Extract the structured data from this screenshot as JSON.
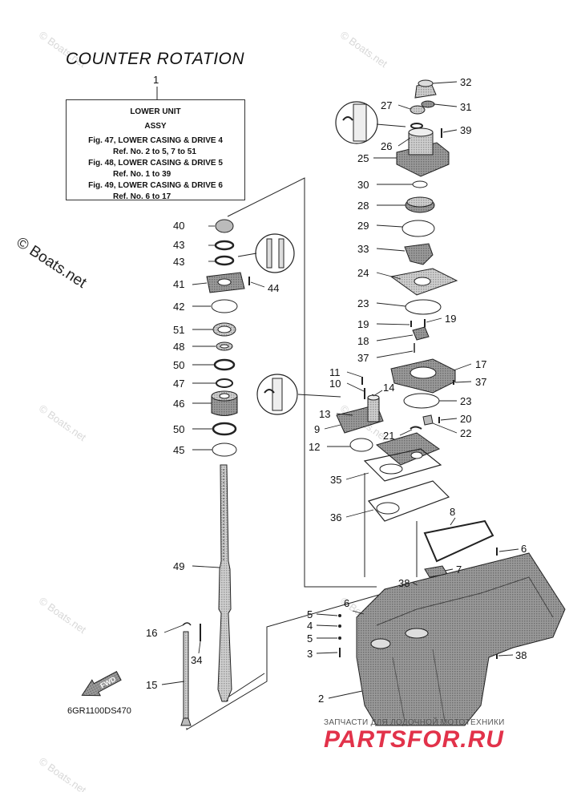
{
  "title": "COUNTER ROTATION",
  "ref_box": {
    "callout": "1",
    "line1": "LOWER UNIT",
    "line2": "ASSY",
    "line3": "Fig. 47, LOWER CASING & DRIVE 4",
    "line4": "Ref. No. 2 to 5, 7 to 51",
    "line5": "Fig. 48, LOWER CASING & DRIVE 5",
    "line6": "Ref. No. 1 to 39",
    "line7": "Fig. 49, LOWER CASING & DRIVE 6",
    "line8": "Ref. No. 6 to 17"
  },
  "diagram_code": "6GR1100DS470",
  "watermark": "© Boats.net",
  "watermark_large": "© Boats.net",
  "brand": {
    "tagline": "ЗАПЧАСТИ ДЛЯ ЛОДОЧНОЙ МОТОТЕХНИКИ",
    "name": "PARTSFOR.RU"
  },
  "fwd_arrow": "FWD",
  "labels": {
    "l2": "2",
    "l3": "3",
    "l4": "4",
    "l5a": "5",
    "l5b": "5",
    "l6a": "6",
    "l6b": "6",
    "l7": "7",
    "l8": "8",
    "l9": "9",
    "l10": "10",
    "l11": "11",
    "l12": "12",
    "l13": "13",
    "l14": "14",
    "l15": "15",
    "l16": "16",
    "l17": "17",
    "l18": "18",
    "l19a": "19",
    "l19b": "19",
    "l20": "20",
    "l21": "21",
    "l22": "22",
    "l23a": "23",
    "l23b": "23",
    "l24": "24",
    "l25": "25",
    "l26": "26",
    "l27": "27",
    "l28": "28",
    "l29": "29",
    "l30": "30",
    "l31": "31",
    "l32": "32",
    "l33": "33",
    "l34": "34",
    "l35": "35",
    "l36": "36",
    "l37a": "37",
    "l37b": "37",
    "l38a": "38",
    "l38b": "38",
    "l39": "39",
    "l40": "40",
    "l41": "41",
    "l42": "42",
    "l43a": "43",
    "l43b": "43",
    "l44": "44",
    "l45": "45",
    "l46": "46",
    "l47": "47",
    "l48": "48",
    "l49": "49",
    "l50a": "50",
    "l50b": "50",
    "l51": "51"
  }
}
